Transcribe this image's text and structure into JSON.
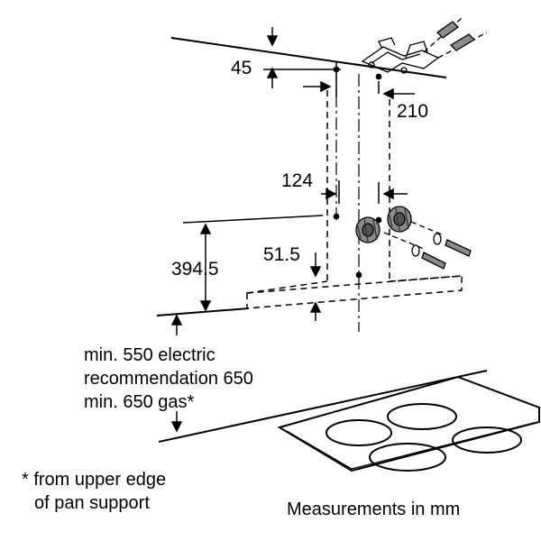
{
  "dimensions": {
    "d45": "45",
    "d210": "210",
    "d124": "124",
    "d394_5": "394.5",
    "d51_5": "51.5"
  },
  "min_height_note": {
    "line1": "min. 550 electric",
    "line2": "recommendation 650",
    "line3": "min. 650 gas*"
  },
  "footnote": {
    "line1": "* from upper edge",
    "line2": "of pan support"
  },
  "units_note": "Measurements in mm",
  "colors": {
    "line": "#000000",
    "fitting_fill": "#8a8a8a",
    "background": "#ffffff"
  }
}
